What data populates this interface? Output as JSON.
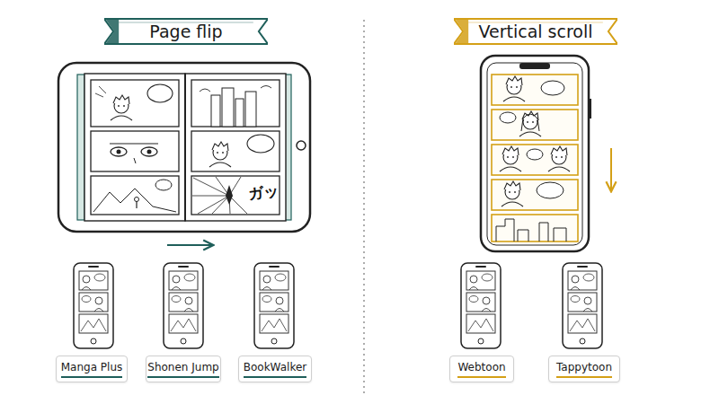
{
  "diagram": {
    "nodes": [
      {
        "text": [
          "Page flip"
        ]
      },
      {
        "text": [
          "Manga Plus"
        ]
      },
      {
        "text": [
          "Shonen Jump"
        ]
      },
      {
        "text": [
          "BookWalker"
        ]
      },
      {
        "text": [
          "Vertical scroll"
        ]
      },
      {
        "text": [
          "Webtoon"
        ]
      },
      {
        "text": [
          "Tappytoon"
        ]
      }
    ],
    "labels": [
      "ガッ"
    ]
  }
}
